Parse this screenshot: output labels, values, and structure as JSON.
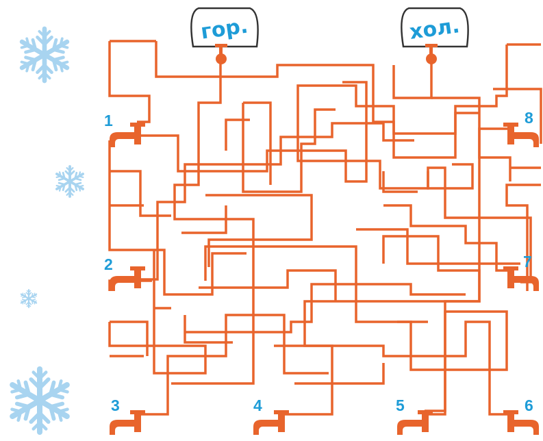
{
  "puzzle": {
    "tanks": [
      {
        "id": "hot",
        "label": "гор."
      },
      {
        "id": "cold",
        "label": "хол."
      }
    ],
    "taps": [
      {
        "number": "1"
      },
      {
        "number": "2"
      },
      {
        "number": "3"
      },
      {
        "number": "4"
      },
      {
        "number": "5"
      },
      {
        "number": "6"
      },
      {
        "number": "7"
      },
      {
        "number": "8"
      }
    ],
    "colors": {
      "pipe": "#e8642c",
      "label": "#1e9cd7",
      "snowflake": "#a8d4f0",
      "tank_outline": "#333333"
    }
  }
}
